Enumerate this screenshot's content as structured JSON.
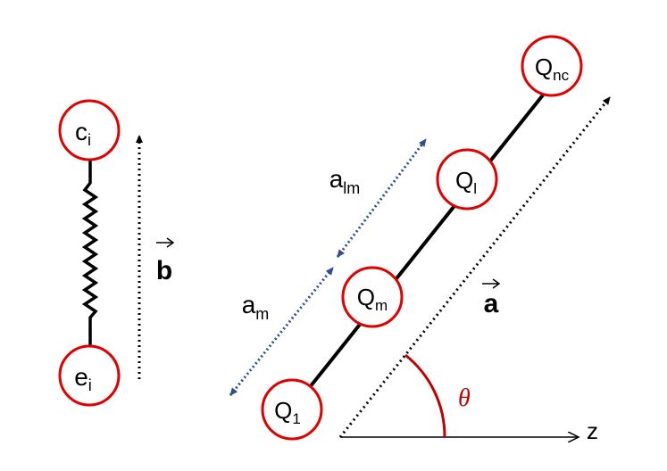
{
  "colors": {
    "node_border": "#e00000",
    "node_fill": "#ffffff",
    "line": "#000000",
    "arrow_blue": "#2e4f8f",
    "angle": "#c00000"
  },
  "left_dumbbell": {
    "top_node": {
      "base": "c",
      "sub": "i"
    },
    "bottom_node": {
      "base": "e",
      "sub": "i"
    },
    "vector_label": "b"
  },
  "chain": {
    "nodes": [
      {
        "base": "Q",
        "sub": "1"
      },
      {
        "base": "Q",
        "sub": "m"
      },
      {
        "base": "Q",
        "sub": "l"
      },
      {
        "base": "Q",
        "sub": "nc"
      }
    ],
    "distance_labels": [
      {
        "base": "a",
        "sub": "m"
      },
      {
        "base": "a",
        "sub": "lm"
      }
    ],
    "vector_label": "a",
    "angle_label": "θ",
    "axis_label": "z"
  }
}
